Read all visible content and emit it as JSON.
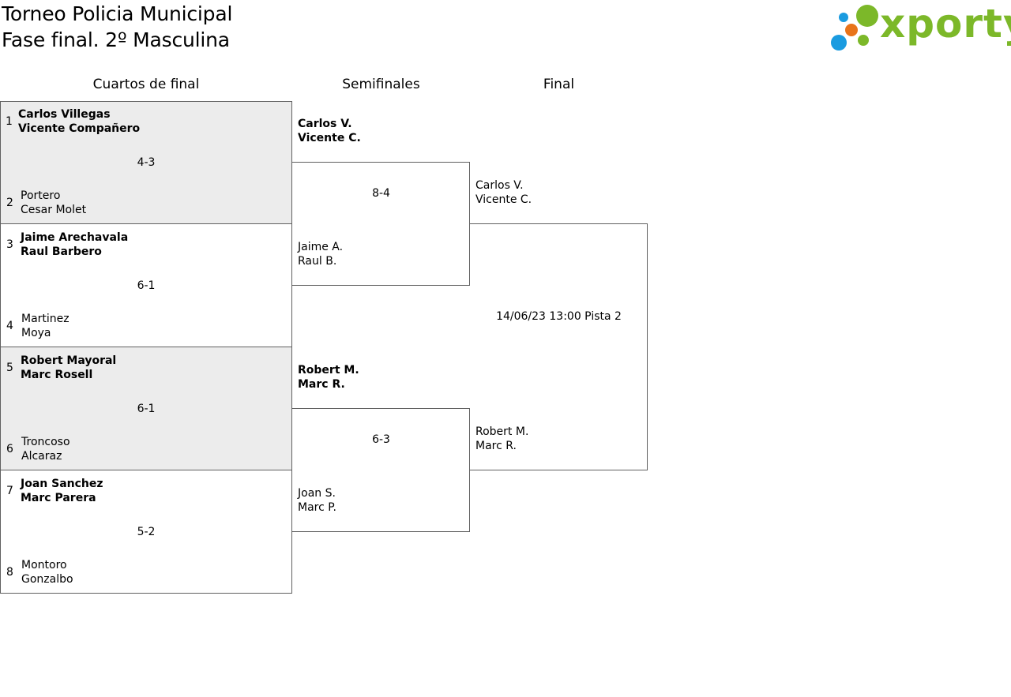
{
  "header": {
    "title": "Torneo Policia Municipal",
    "subtitle": "Fase final. 2º Masculina",
    "logo_text": "xporty",
    "logo_colors": {
      "green": "#7cb829",
      "blue": "#1a9be0",
      "orange": "#e8731a"
    }
  },
  "rounds": {
    "quarterfinals": "Cuartos de final",
    "semifinals": "Semifinales",
    "final": "Final"
  },
  "quarterfinals": [
    {
      "score": "4-3",
      "top": {
        "seed": "1",
        "p1": "Carlos Villegas",
        "p2": "Vicente Compañero"
      },
      "bottom": {
        "seed": "2",
        "p1": "Portero",
        "p2": "Cesar Molet"
      }
    },
    {
      "score": "6-1",
      "top": {
        "seed": "3",
        "p1": "Jaime Arechavala",
        "p2": "Raul Barbero"
      },
      "bottom": {
        "seed": "4",
        "p1": "Martinez",
        "p2": "Moya"
      }
    },
    {
      "score": "6-1",
      "top": {
        "seed": "5",
        "p1": "Robert Mayoral",
        "p2": "Marc Rosell"
      },
      "bottom": {
        "seed": "6",
        "p1": "Troncoso",
        "p2": "Alcaraz"
      }
    },
    {
      "score": "5-2",
      "top": {
        "seed": "7",
        "p1": "Joan Sanchez",
        "p2": "Marc Parera"
      },
      "bottom": {
        "seed": "8",
        "p1": "Montoro",
        "p2": "Gonzalbo"
      }
    }
  ],
  "semifinals": [
    {
      "score": "8-4",
      "top": {
        "p1": "Carlos V.",
        "p2": "Vicente C."
      },
      "bottom": {
        "p1": "Jaime A.",
        "p2": "Raul B."
      }
    },
    {
      "score": "6-3",
      "top": {
        "p1": "Robert M.",
        "p2": "Marc R."
      },
      "bottom": {
        "p1": "Joan S.",
        "p2": "Marc P."
      }
    }
  ],
  "final": {
    "info": "14/06/23 13:00 Pista 2",
    "top": {
      "p1": "Carlos V.",
      "p2": "Vicente C."
    },
    "bottom": {
      "p1": "Robert M.",
      "p2": "Marc R."
    }
  }
}
